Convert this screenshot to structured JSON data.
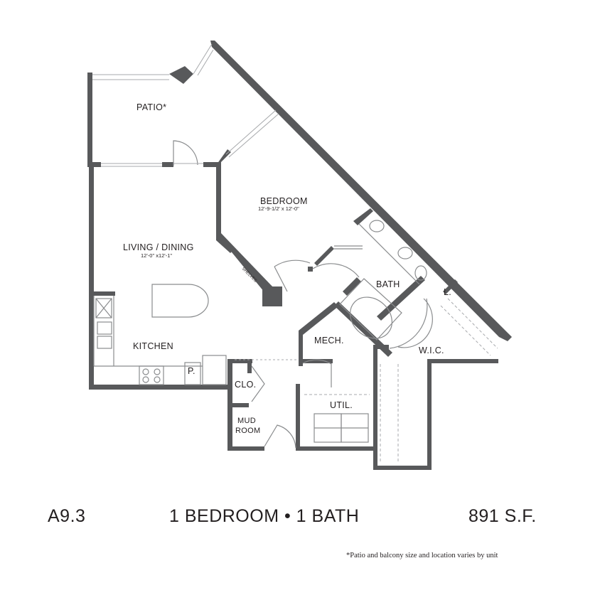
{
  "plan": {
    "rooms": {
      "patio": "PATIO*",
      "bedroom": "BEDROOM",
      "bedroom_dims": "12'-9-1/2' x 12'-0\"",
      "living_dining": "LIVING / DINING",
      "living_dims": "12'-0\" x12'-1\"",
      "kitchen": "KITCHEN",
      "shelves": "SHELVES",
      "bath": "BATH",
      "linen": "L.",
      "mech": "MECH.",
      "wic": "W.I.C.",
      "pantry": "P.",
      "closet": "CLO.",
      "mud_line1": "MUD",
      "mud_line2": "ROOM",
      "util": "UTIL."
    }
  },
  "footer": {
    "unit_code": "A9.3",
    "unit_type": "1 BEDROOM • 1 BATH",
    "area": "891 S.F.",
    "footnote": "*Patio and balcony size and location varies by unit"
  }
}
